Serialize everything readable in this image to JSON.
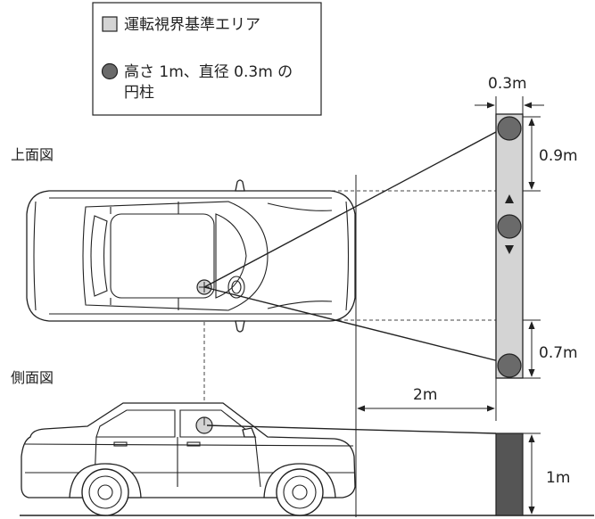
{
  "legend": {
    "area_label": "運転視界基準エリア",
    "cylinder_label_line1": "高さ 1m、直径 0.3m の",
    "cylinder_label_line2": "円柱",
    "area_color": "#d4d4d4",
    "cylinder_color": "#6a6a6a"
  },
  "views": {
    "top": "上面図",
    "side": "側面図"
  },
  "dimensions": {
    "diameter": "0.3m",
    "front_offset": "0.9m",
    "rear_offset": "0.7m",
    "distance": "2m",
    "height": "1m"
  }
}
